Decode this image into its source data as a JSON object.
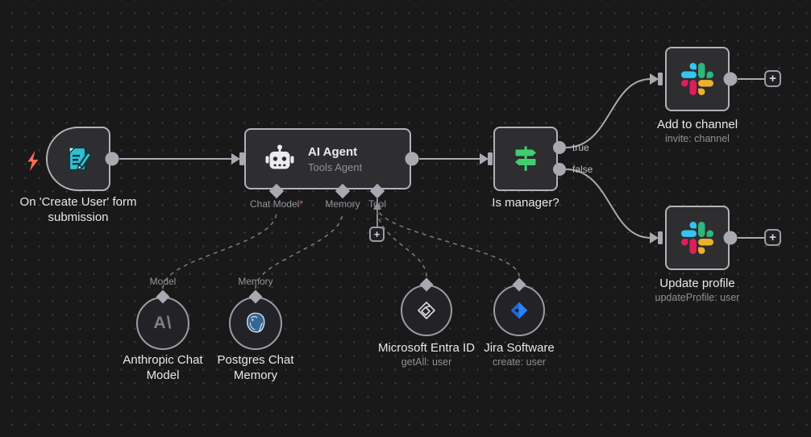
{
  "colors": {
    "canvas_bg": "#191919",
    "node_bg": "#2e2e31",
    "node_border": "#b2b3b8",
    "connector": "#a9aab1",
    "trigger_bolt": "#ff6c57",
    "form_icon": "#2cc0d2",
    "switch_icon": "#40ce73",
    "slack_blue": "#36C5F0",
    "slack_green": "#2EB67D",
    "slack_yellow": "#ECB22E",
    "slack_red": "#E01E5A",
    "postgres_blue": "#336791",
    "jira_blue": "#2684FF",
    "required": "#f06252"
  },
  "nodes": {
    "trigger": {
      "name": "On 'Create User' form submission"
    },
    "agent": {
      "title": "AI Agent",
      "subtitle": "Tools Agent",
      "ports": [
        {
          "label": "Chat Model",
          "required_marker": "*"
        },
        {
          "label": "Memory"
        },
        {
          "label": "Tool"
        }
      ]
    },
    "switch": {
      "name": "Is manager?",
      "outputs": [
        {
          "label": "true"
        },
        {
          "label": "false"
        }
      ]
    },
    "add_to_channel": {
      "name": "Add to channel",
      "operation": "invite: channel"
    },
    "update_profile": {
      "name": "Update profile",
      "operation": "updateProfile: user"
    },
    "anthropic": {
      "name": "Anthropic Chat Model",
      "port_label": "Model",
      "logo_text": "A\\"
    },
    "postgres": {
      "name": "Postgres Chat Memory",
      "port_label": "Memory"
    },
    "entra": {
      "name": "Microsoft Entra ID",
      "operation": "getAll: user"
    },
    "jira": {
      "name": "Jira Software",
      "operation": "create: user"
    }
  },
  "ui": {
    "plus": "+"
  }
}
